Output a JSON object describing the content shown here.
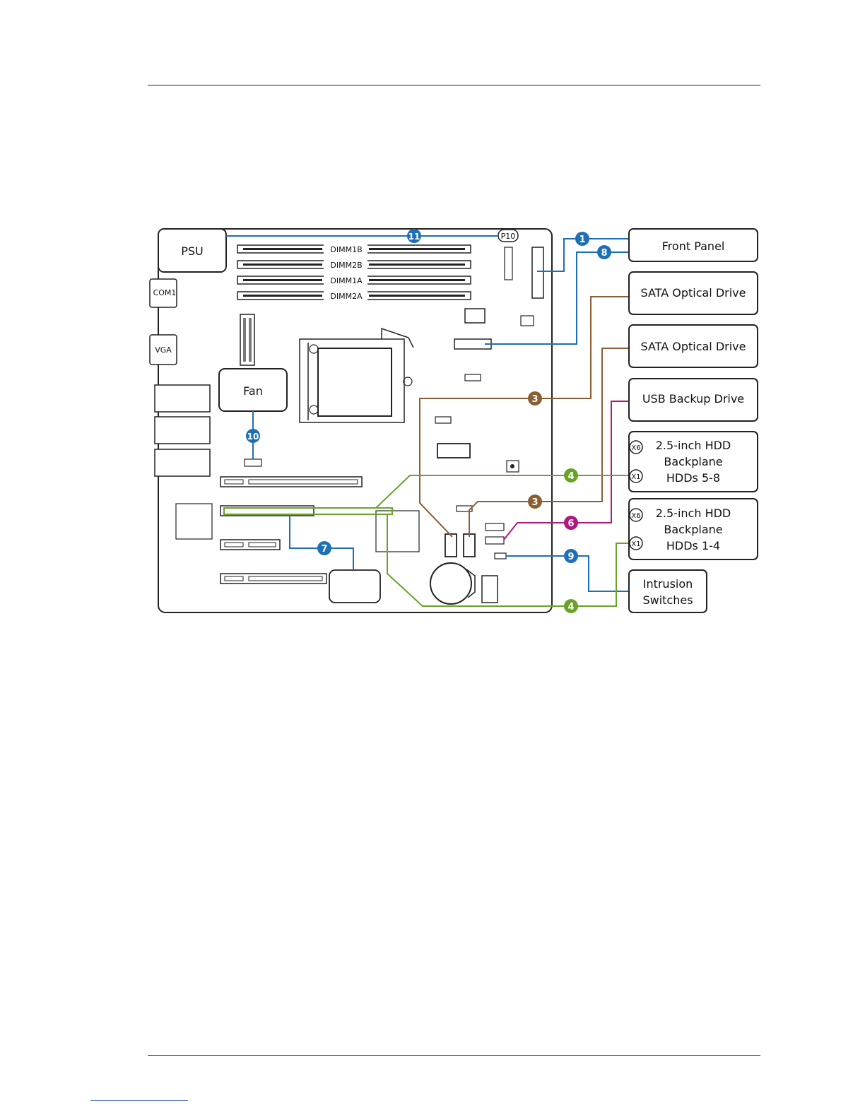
{
  "diagram": {
    "board": {
      "psu": "PSU",
      "com1": "COM1",
      "vga": "VGA",
      "fan": "Fan",
      "p10": "P10",
      "dimms": [
        "DIMM1B",
        "DIMM2B",
        "DIMM1A",
        "DIMM2A"
      ]
    },
    "targets": {
      "front_panel": "Front Panel",
      "sata_optical_1": "SATA Optical Drive",
      "sata_optical_2": "SATA Optical Drive",
      "usb_backup": "USB Backup Drive",
      "hdd_backplane_58": [
        "2.5-inch HDD",
        "Backplane",
        "HDDs 5-8"
      ],
      "hdd_backplane_14": [
        "2.5-inch HDD",
        "Backplane",
        "HDDs 1-4"
      ],
      "intrusion": [
        "Intrusion",
        "Switches"
      ]
    },
    "connector_marks": {
      "x6": "X6",
      "x1": "X1"
    },
    "callouts": {
      "c1": "1",
      "c3a": "3",
      "c3b": "3",
      "c4a": "4",
      "c4b": "4",
      "c6": "6",
      "c7": "7",
      "c8": "8",
      "c9": "9",
      "c10": "10",
      "c11": "11"
    },
    "colors": {
      "blue": "#1f6fb5",
      "brown": "#8b5e34",
      "green": "#6aa329",
      "magenta": "#b0177f",
      "outline": "#222222"
    }
  }
}
